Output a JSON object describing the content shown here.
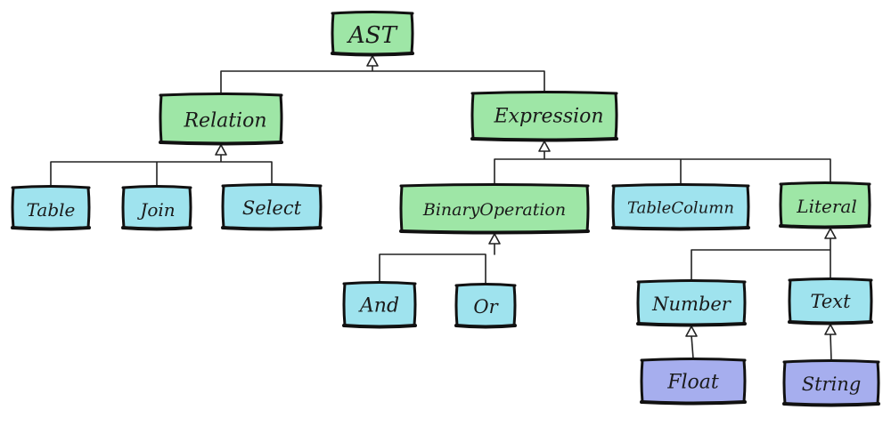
{
  "colors": {
    "abstract": "#9ee6a6",
    "concrete": "#9fe3ee",
    "leaf": "#a6aeee"
  },
  "nodes": {
    "ast": {
      "label": "AST",
      "kind": "abstract"
    },
    "relation": {
      "label": "Relation",
      "kind": "abstract"
    },
    "expression": {
      "label": "Expression",
      "kind": "abstract"
    },
    "table": {
      "label": "Table",
      "kind": "concrete"
    },
    "join": {
      "label": "Join",
      "kind": "concrete"
    },
    "select": {
      "label": "Select",
      "kind": "concrete"
    },
    "binary_operation": {
      "label": "BinaryOperation",
      "kind": "abstract"
    },
    "table_column": {
      "label": "TableColumn",
      "kind": "concrete"
    },
    "literal": {
      "label": "Literal",
      "kind": "abstract"
    },
    "and": {
      "label": "And",
      "kind": "concrete"
    },
    "or": {
      "label": "Or",
      "kind": "concrete"
    },
    "number": {
      "label": "Number",
      "kind": "concrete"
    },
    "text": {
      "label": "Text",
      "kind": "concrete"
    },
    "float": {
      "label": "Float",
      "kind": "leaf"
    },
    "string": {
      "label": "String",
      "kind": "leaf"
    }
  },
  "edges": [
    {
      "parent": "ast",
      "children": [
        "relation",
        "expression"
      ]
    },
    {
      "parent": "relation",
      "children": [
        "table",
        "join",
        "select"
      ]
    },
    {
      "parent": "expression",
      "children": [
        "binary_operation",
        "table_column",
        "literal"
      ]
    },
    {
      "parent": "binary_operation",
      "children": [
        "and",
        "or"
      ]
    },
    {
      "parent": "literal",
      "children": [
        "number",
        "text"
      ]
    },
    {
      "parent": "number",
      "children": [
        "float"
      ]
    },
    {
      "parent": "text",
      "children": [
        "string"
      ]
    }
  ]
}
